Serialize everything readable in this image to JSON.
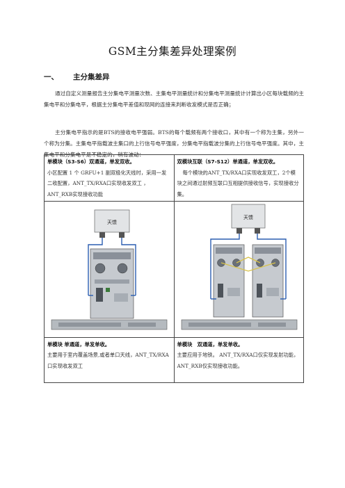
{
  "title": "GSM主分集差异处理案例",
  "section1": {
    "number": "一、",
    "heading": "主分集差异"
  },
  "paragraphs": [
    "通过自定义测量报告主分集电平测量次数、主集电平测量统计和分集电平测量统计计算出小区每块载频的主集电平和分集电平，根据主分集电平差值和现网的连接来判断收发模式是否正确；",
    "主分集电平指示的是BTS的接收电平强弱。BTS的每个载频有两个接收口，其中有一个称为主集，另外一个称为分集。主集电平指载波主集口的上行信号电平强度，分集电平指载波分集的上行信号电平强度。其中，主集电平和分集电平是不稳定的，稍有波动："
  ],
  "table": {
    "top_left_head": "单模块（S3-S6）双通道，单发双收。",
    "top_left_body": "小区配置 1 个 GRFU+1 副双极化天线时，采用一发二收配置，ANT_TX/RXA口实现收发双工 ，ANT_RXB实现接收功能",
    "top_right_head": "双模块互联（S7-S12）单通道，单发双收。",
    "top_right_body": "每个模块的ANT_TX/RXA口实现收发双工，2个模块之间通过射频互联口互相提供接收信号，实现接收分集。",
    "bottom_left_head": "单模块 单通道，单发单收。",
    "bottom_left_body": "主要用于室内覆盖场景,或者单口天线，ANT_TX/RXA口实现收发双工",
    "bottom_right_head": "单模块　双通道，单发单收。",
    "bottom_right_body": "主要应用于地铁。 ANT_TX/RXA口仅实现发射功能， ANT_RXB仅实现接收功能。",
    "antenna_label_left": "天馈",
    "antenna_label_right": "天馈"
  },
  "colors": {
    "cable_blue": "#2a5db0",
    "cable_yellow": "#d8c24a",
    "module_gray": "#b9bec4"
  }
}
